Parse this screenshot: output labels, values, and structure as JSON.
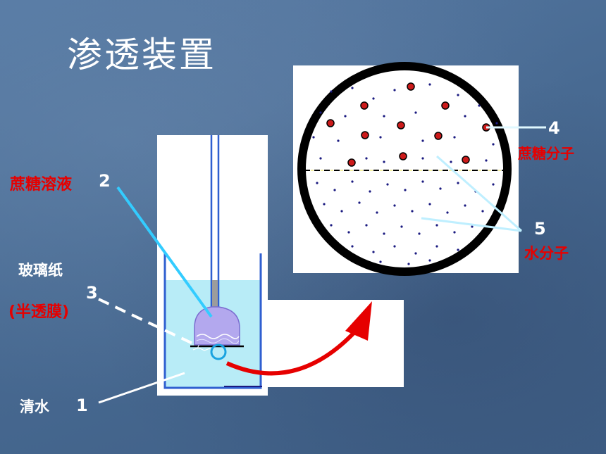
{
  "title": "渗透装置",
  "labels": {
    "solution_cn": "蔗糖溶液",
    "solution_num": "2",
    "paper_cn": "玻璃纸",
    "paper_num": "3",
    "membrane_cn": "(半透膜)",
    "water_cn": "清水",
    "water_num": "1",
    "sugar_num": "4",
    "sugar_cn": "蔗糖分子",
    "watermol_num": "5",
    "watermol_cn": "水分子"
  },
  "colors": {
    "label_red": "#e60000",
    "label_white": "#ffffff",
    "arrow": "#e60000",
    "pointer_cyan": "#33ccff",
    "water": "#b8ecf7",
    "sucrose": "#b3a8ee"
  }
}
